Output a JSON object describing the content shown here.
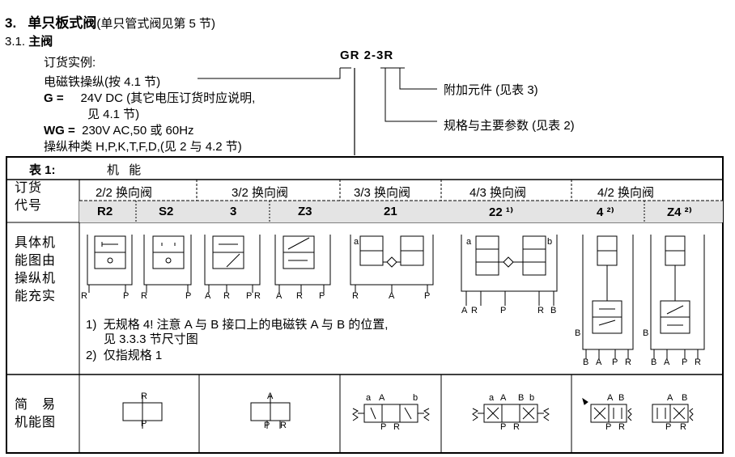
{
  "heading": {
    "number": "3.",
    "title": "单只板式阀",
    "subtitle": "(单只管式阀见第 5 节)"
  },
  "section": {
    "number": "3.1.",
    "title": "主阀"
  },
  "order_example": {
    "label": "订货实例:",
    "code": "GR 2-3R",
    "lines": [
      {
        "key": "",
        "text": "电磁铁操纵(按 4.1 节)"
      },
      {
        "key": "G =",
        "text": "24V DC (其它电压订货时应说明,"
      },
      {
        "key": "",
        "text": "见 4.1 节)"
      },
      {
        "key": "WG =",
        "text": "230V AC,50 或 60Hz"
      },
      {
        "key": "",
        "text": "操纵种类 H,P,K,T,F,D,(见 2 与 4.2 节)"
      }
    ],
    "callouts": [
      "附加元件 (见表 3)",
      "规格与主要参数 (见表 2)"
    ]
  },
  "table": {
    "title": "表 1:",
    "caption": "机 能",
    "row_labels": {
      "order_code": [
        "订货",
        "代号"
      ],
      "detail_diagram": [
        "具体机",
        "能图由",
        "操纵机",
        "能充实"
      ],
      "simple_diagram": [
        "简　易",
        "机能图"
      ]
    },
    "groups": [
      "2/2 换向阀",
      "3/2 换向阀",
      "3/3 换向阀",
      "4/3 换向阀",
      "4/2 换向阀"
    ],
    "codes": [
      "R2",
      "S2",
      "3",
      "Z3",
      "21",
      "22 ¹⁾",
      "4 ²⁾",
      "Z4 ²⁾"
    ],
    "port_labels": {
      "R": "R",
      "P": "P",
      "A": "A",
      "B": "B",
      "a": "a",
      "b": "b"
    },
    "notes": [
      {
        "marker": "1)",
        "text": "无规格 4!  注意 A 与 B 接口上的电磁铁 A 与 B 的位置,"
      },
      {
        "marker": "",
        "text": "见 3.3.3 节尺寸图"
      },
      {
        "marker": "2)",
        "text": "仅指规格 1"
      }
    ]
  }
}
